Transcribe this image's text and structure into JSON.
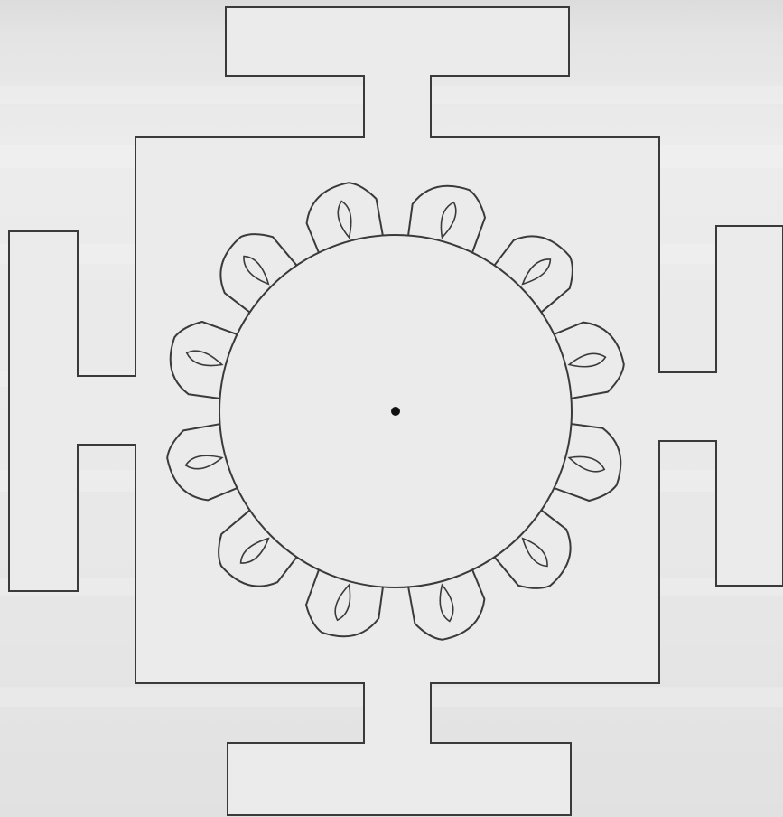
{
  "diagram": {
    "kind": "yantra",
    "petal_count": 12,
    "gate_count": 4,
    "has_bindu": true,
    "colors": {
      "line": "#3a3a3a",
      "paper": "#ebebeb",
      "bindu": "#111111"
    }
  }
}
